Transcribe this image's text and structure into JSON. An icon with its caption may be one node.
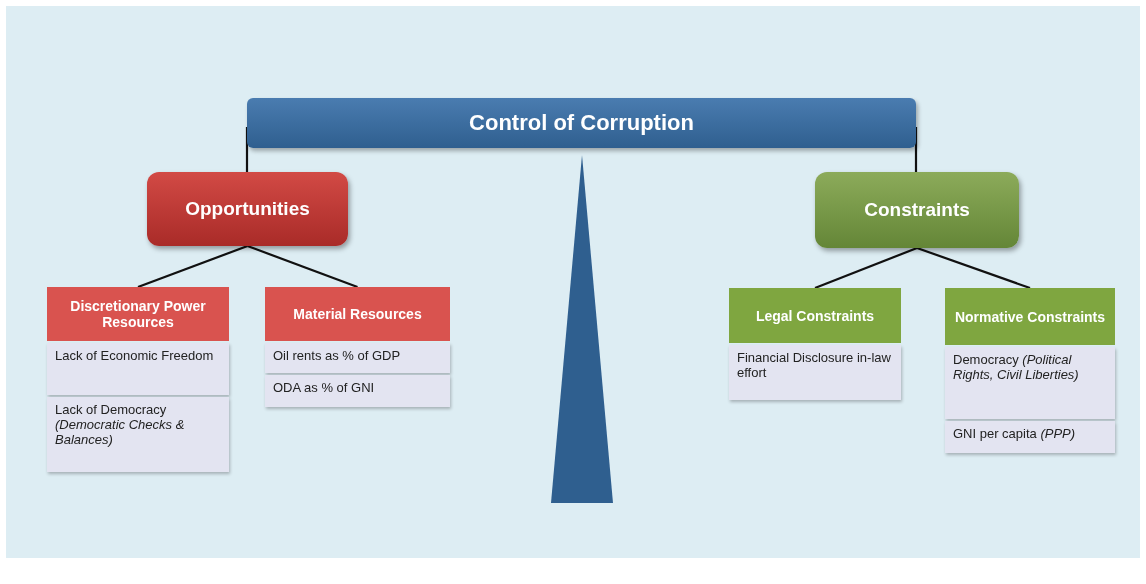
{
  "diagram": {
    "nodes": [
      {
        "text": [
          "Control of Corruption"
        ]
      },
      {
        "text": [
          "Opportunities"
        ]
      },
      {
        "text": [
          "Constraints"
        ]
      },
      {
        "text": [
          "Discretionary Power Resources"
        ]
      },
      {
        "text": [
          "Lack of Economic Freedom"
        ]
      },
      {
        "text": [
          "Lack of Democracy *(Democratic Checks & Balances)*"
        ]
      },
      {
        "text": [
          "Material Resources"
        ]
      },
      {
        "text": [
          "Oil rents as % of GDP"
        ]
      },
      {
        "text": [
          "ODA as % of GNI"
        ]
      },
      {
        "text": [
          "Legal Constraints"
        ]
      },
      {
        "text": [
          "Financial Disclosure in-law effort"
        ]
      },
      {
        "text": [
          "Normative Constraints"
        ]
      },
      {
        "text": [
          "Democracy *(Political Rights, Civil Liberties)*"
        ]
      },
      {
        "text": [
          "GNI per capita *(PPP)*"
        ]
      },
      {
        "text": [],
        "shape": "triangle"
      }
    ],
    "edges": [
      {
        "from": 0,
        "to": 1,
        "arrow": "none"
      },
      {
        "from": 0,
        "to": 2,
        "arrow": "none"
      },
      {
        "from": 1,
        "to": 3,
        "arrow": "none"
      },
      {
        "from": 1,
        "to": 6,
        "arrow": "none"
      },
      {
        "from": 2,
        "to": 9,
        "arrow": "none"
      },
      {
        "from": 2,
        "to": 11,
        "arrow": "none"
      }
    ]
  }
}
